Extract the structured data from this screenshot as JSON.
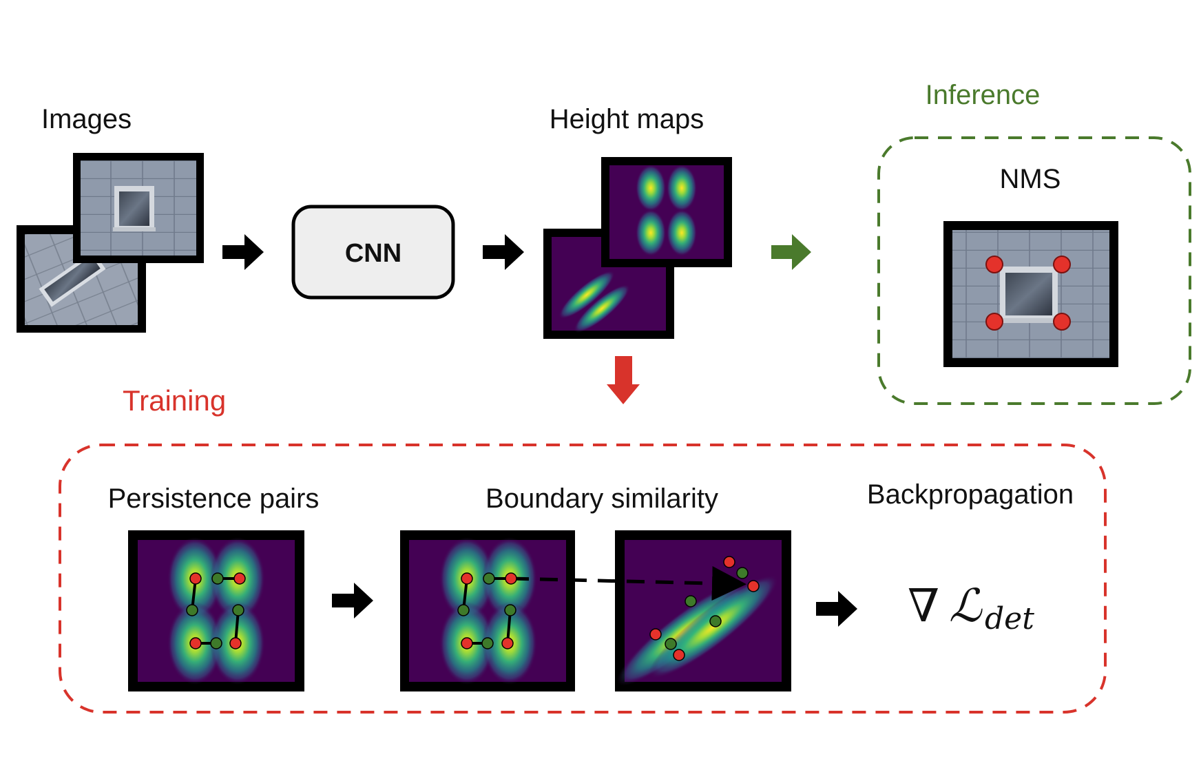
{
  "labels": {
    "images": "Images",
    "cnn": "CNN",
    "height_maps": "Height maps",
    "inference": "Inference",
    "nms": "NMS",
    "training": "Training",
    "persistence_pairs": "Persistence pairs",
    "boundary_similarity": "Boundary similarity",
    "backpropagation": "Backpropagation",
    "loss_nabla": "∇",
    "loss_symbol": "ℒ",
    "loss_subscript": "det"
  },
  "colors": {
    "inference": "#4a7a2c",
    "training": "#d8332b",
    "point_red": "#e4322b",
    "point_green": "#3e7a2a",
    "heat_bg": "#440154",
    "heat_peak": "#fde725",
    "frame": "#000000",
    "cnn_fill": "#eeeeee"
  },
  "icons": {
    "window_photo": "building-facade-window-photo",
    "heatmap": "viridis-height-map",
    "arrow": "right-arrow",
    "down_arrow": "down-arrow"
  }
}
